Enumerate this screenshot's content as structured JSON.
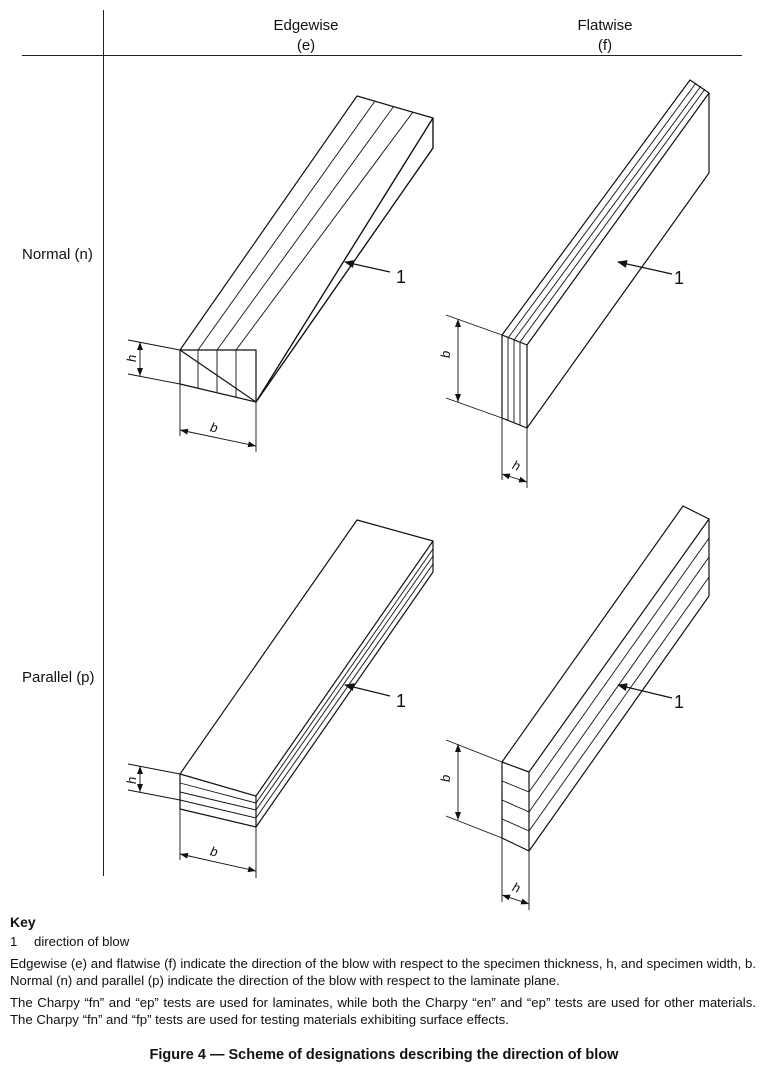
{
  "header": {
    "edgewise": {
      "name": "Edgewise",
      "code": "(e)"
    },
    "flatwise": {
      "name": "Flatwise",
      "code": "(f)"
    }
  },
  "rows": {
    "normal": "Normal (n)",
    "parallel": "Parallel (p)"
  },
  "labels": {
    "blow_number": "1",
    "dim_h": "h",
    "dim_b": "b"
  },
  "key": {
    "title": "Key",
    "item_number": "1",
    "item_text": "direction of blow",
    "para1": "Edgewise (e) and flatwise (f) indicate the direction of the blow with respect to the specimen thickness, h, and specimen width, b. Normal (n) and parallel (p) indicate the direction of the blow with respect to the laminate plane.",
    "para2": "The Charpy “fn” and “ep” tests are used for laminates, while both the Charpy “en” and “ep” tests are used for other materials. The Charpy “fn” and “fp” tests are used for testing materials exhibiting surface effects."
  },
  "caption": "Figure 4 — Scheme of designations describing the direction of blow"
}
